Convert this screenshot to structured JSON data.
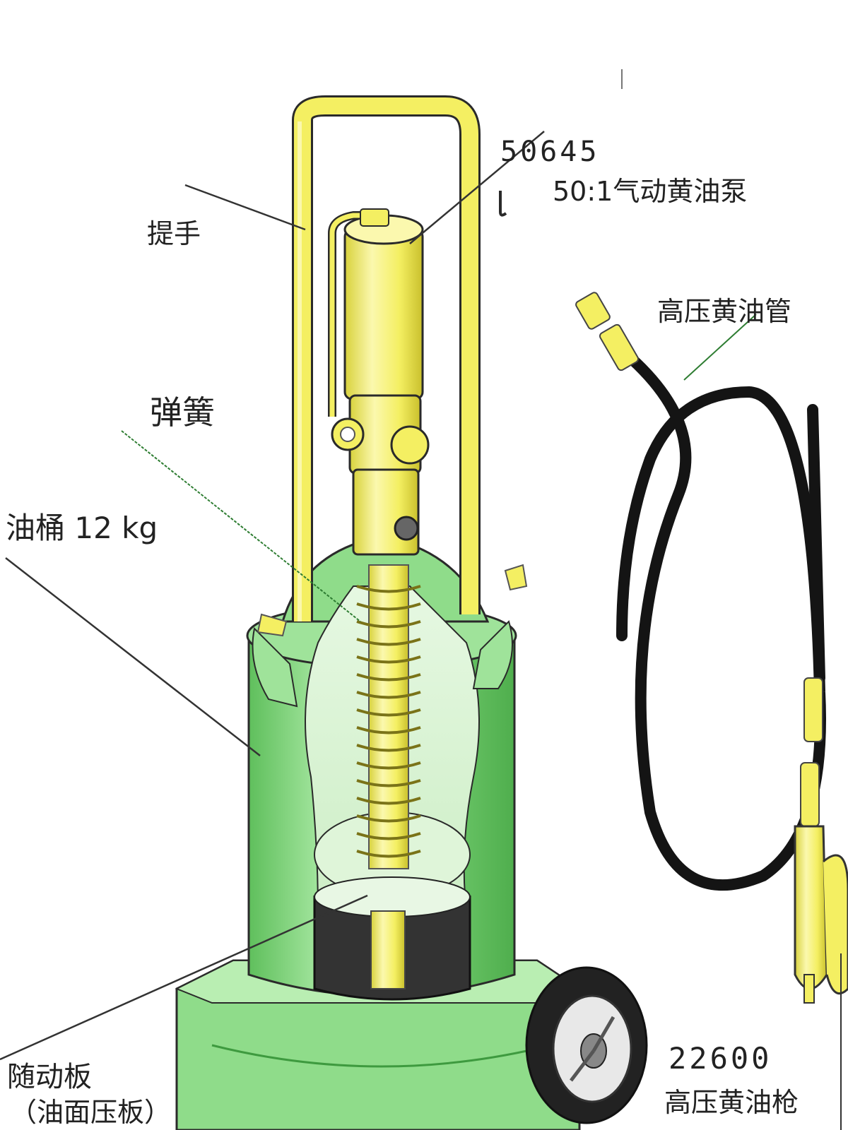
{
  "labels": {
    "handle": "提手",
    "pump_code": "50645",
    "pump_name": "50:1气动黄油泵",
    "hose": "高压黄油管",
    "spring": "弹簧",
    "drum": "油桶 12 kg",
    "follower_plate": "随动板",
    "follower_plate_sub": "（油面压板）",
    "gun_code": "22600",
    "gun_name": "高压黄油枪"
  },
  "colors": {
    "green": "#7ed67a",
    "green_light": "#bff0b4",
    "green_dark": "#3e9a3f",
    "yellow": "#f4ef62",
    "yellow_light": "#fbf8ae",
    "yellow_dark": "#b8ae22",
    "hose": "#141414",
    "outline": "#2a2a2a",
    "leader_dark": "#333333",
    "leader_green": "#2e7d32"
  }
}
